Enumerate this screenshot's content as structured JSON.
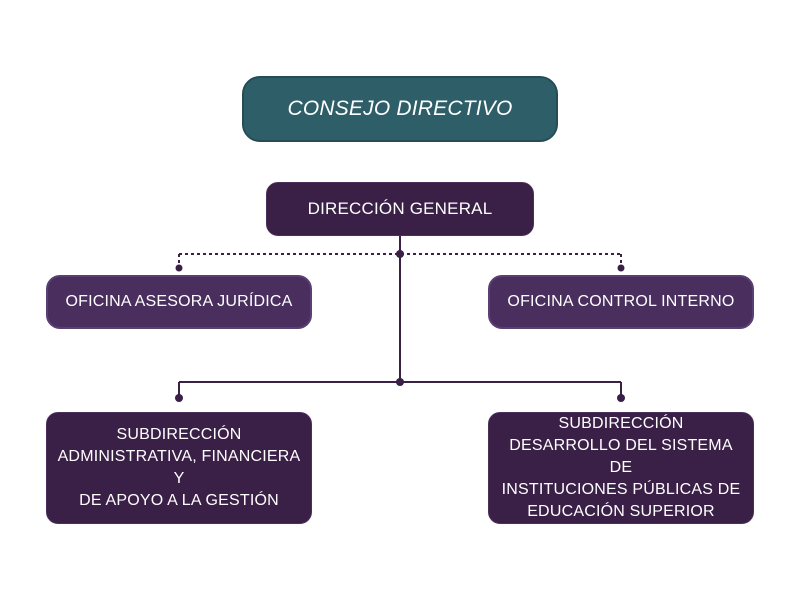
{
  "diagram": {
    "nodes": {
      "consejo_directivo": "CONSEJO DIRECTIVO",
      "direccion_general": "DIRECCIÓN GENERAL",
      "oficina_asesora_juridica": "OFICINA ASESORA JURÍDICA",
      "oficina_control_interno": "OFICINA CONTROL INTERNO",
      "subdireccion_administrativa": {
        "lines": [
          "SUBDIRECCIÓN",
          "ADMINISTRATIVA, FINANCIERA Y",
          "DE APOYO A LA GESTIÓN"
        ]
      },
      "subdireccion_desarrollo": {
        "lines": [
          "SUBDIRECCIÓN",
          "DESARROLLO DEL SISTEMA DE",
          "INSTITUCIONES PÚBLICAS DE",
          "EDUCACIÓN SUPERIOR"
        ]
      }
    },
    "colors": {
      "teal": "#2e5e68",
      "purple": "#4a2f5e",
      "dark_purple": "#3a1f47",
      "connector": "#3a1f47"
    }
  }
}
